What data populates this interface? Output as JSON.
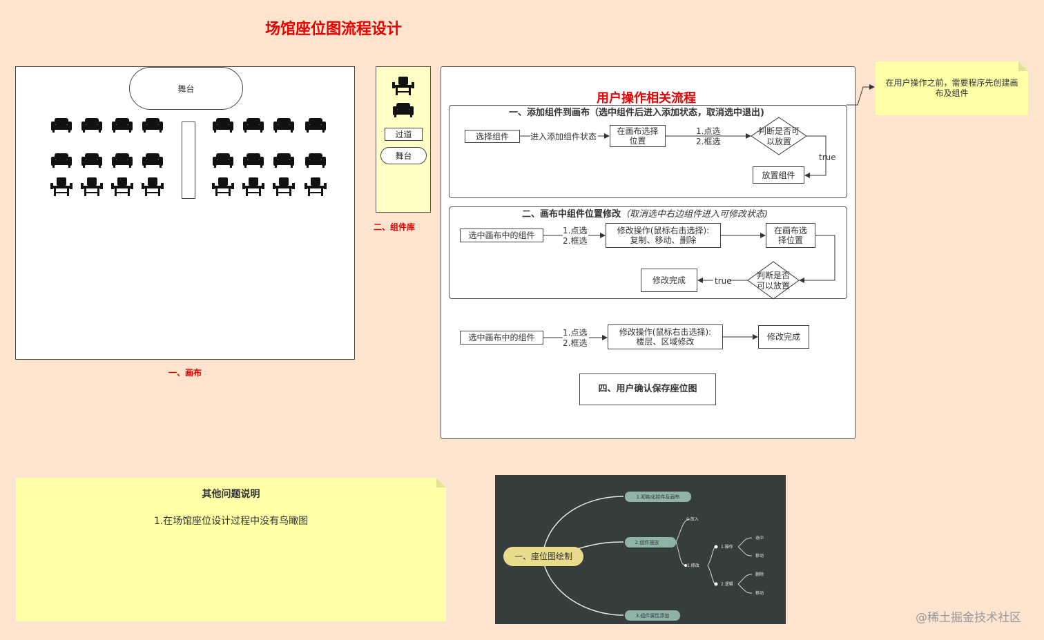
{
  "title": "场馆座位图流程设计",
  "canvas": {
    "stage": "舞台",
    "label": "一、画布"
  },
  "library": {
    "aisle": "过道",
    "stage": "舞台",
    "label": "二、组件库"
  },
  "flow": {
    "title": "用户操作相关流程",
    "s1": {
      "title": "一、添加组件到画布（选中组件后进入添加状态，取消选中退出)",
      "select": "选择组件",
      "enter": "进入添加组件状态",
      "place": "在画布选择\n位置",
      "modes": "1.点选\n2.框选",
      "judge": "判断是否可\n以放置",
      "true": "true",
      "put": "放置组件"
    },
    "s2": {
      "title": "二、画布中组件位置修改",
      "subtitle": "（取消选中右边组件进入可修改状态)",
      "select": "选中画布中的组件",
      "modes": "1.点选\n2.框选",
      "op": "修改操作(鼠标右击选择):\n复制、移动、删除",
      "place": "在画布选\n择位置",
      "judge": "判断是否\n可以放置",
      "true": "true",
      "done": "修改完成"
    },
    "s3": {
      "select": "选中画布中的组件",
      "modes": "1.点选\n2.框选",
      "op": "修改操作(鼠标右击选择):\n楼层、区域修改",
      "done": "修改完成"
    },
    "s4": {
      "title": "四、用户确认保存座位图"
    }
  },
  "note_top": "在用户操作之前，需要程序先创建画布及组件",
  "note_bottom": {
    "title": "其他问题说明",
    "item": "1.在场馆座位设计过程中没有鸟瞰图"
  },
  "mindmap": {
    "root": "一、座位图绘制",
    "b1": "1.初始化控件及画布",
    "b2": "2.组件摆放",
    "b3": "3.组件属性添加",
    "b2_1": "0.放入",
    "b2_2": "1.修改",
    "b2_2_1": "1.操作",
    "b2_2_2": "2.逻辑",
    "ops": [
      "选中",
      "移动",
      "删除",
      "移动"
    ]
  },
  "watermark": "@稀土掘金技术社区",
  "colors": {
    "background": "#fde4cf",
    "accent": "#e60000",
    "note": "#ffffa8",
    "mindmap_bg": "#363d3d",
    "mindmap_root": "#e8dc8c",
    "mindmap_branch": "#8fb3a5"
  }
}
